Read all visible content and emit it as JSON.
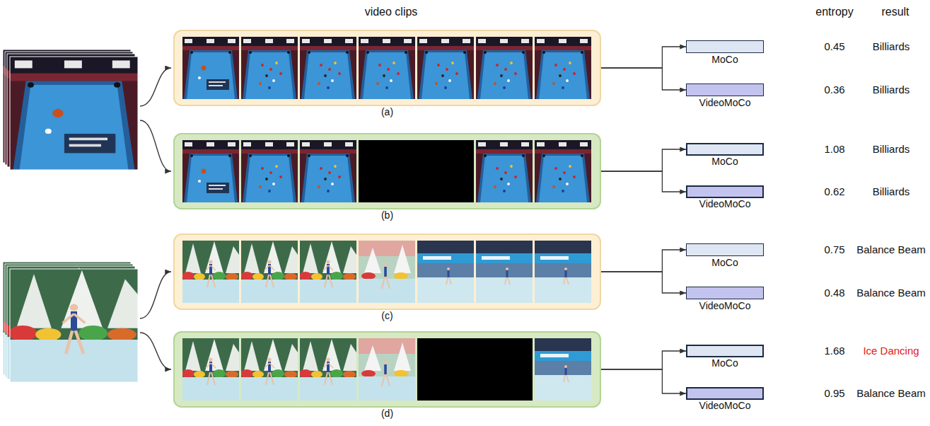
{
  "diagram": {
    "nodes": [
      {
        "text": [
          "(a)"
        ]
      },
      {
        "text": [
          "MoCo"
        ]
      },
      {
        "text": [
          "VideoMoCo"
        ]
      },
      {
        "text": [
          "(b)"
        ]
      },
      {
        "text": [
          "MoCo"
        ]
      },
      {
        "text": [
          "VideoMoCo"
        ]
      },
      {
        "text": [
          "(c)"
        ]
      },
      {
        "text": [
          "MoCo"
        ]
      },
      {
        "text": [
          "VideoMoCo"
        ]
      },
      {
        "text": [
          "(d)"
        ]
      },
      {
        "text": [
          "MoCo"
        ]
      },
      {
        "text": [
          "VideoMoCo"
        ]
      }
    ],
    "edges": [
      {
        "from": 0,
        "to": 1,
        "arrow": "to"
      },
      {
        "from": 0,
        "to": 2,
        "arrow": "to"
      },
      {
        "from": 3,
        "to": 4,
        "arrow": "to"
      },
      {
        "from": 3,
        "to": 5,
        "arrow": "to"
      },
      {
        "from": 6,
        "to": 7,
        "arrow": "to"
      },
      {
        "from": 6,
        "to": 8,
        "arrow": "to"
      },
      {
        "from": 9,
        "to": 10,
        "arrow": "to"
      },
      {
        "from": 9,
        "to": 11,
        "arrow": "to"
      }
    ],
    "labels": [
      "video clips",
      "entropy",
      "result",
      "0.45",
      "Billiards",
      "0.36",
      "Billiards",
      "1.08",
      "Billiards",
      "0.62",
      "Billiards",
      "0.75",
      "Balance Beam",
      "0.48",
      "Balance Beam",
      "1.68",
      "Ice Dancing",
      "0.95",
      "Balance Beam"
    ]
  }
}
